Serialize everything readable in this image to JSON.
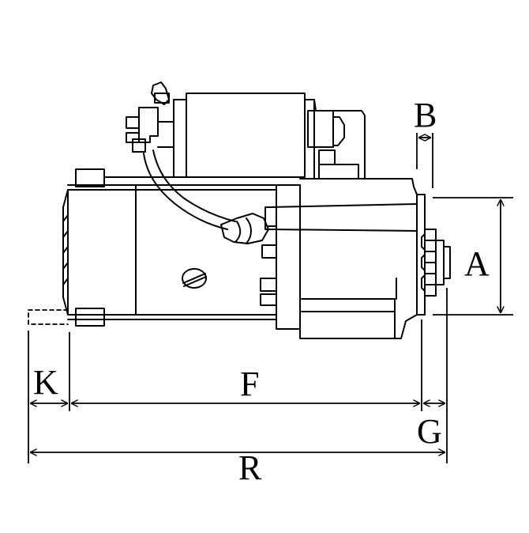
{
  "diagram": {
    "labels": {
      "a": "A",
      "b": "B",
      "f": "F",
      "g": "G",
      "k": "K",
      "r": "R"
    },
    "colors": {
      "stroke": "#000000",
      "background": "#ffffff"
    }
  }
}
